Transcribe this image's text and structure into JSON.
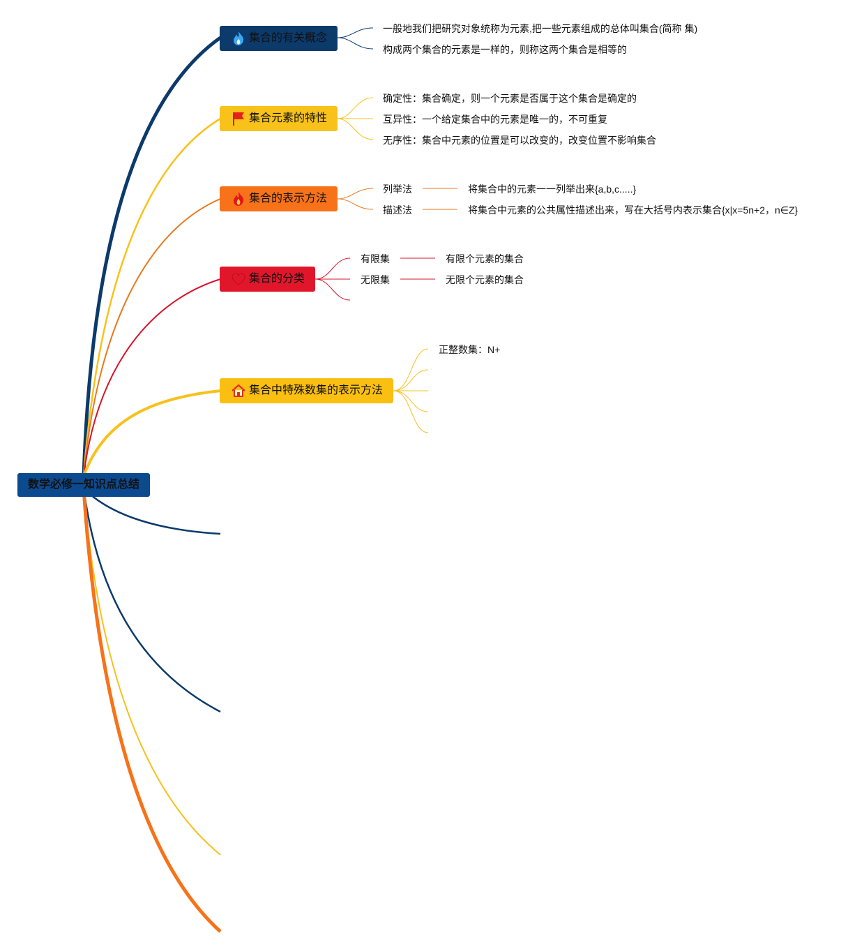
{
  "root": {
    "label": "数学必修一知识点总结"
  },
  "topics": [
    {
      "label": "集合的有关概念",
      "icon": "flame-blue-icon",
      "color": "#0b3a6b",
      "items": [
        "一般地我们把研究对象统称为元素,把一些元素组成的总体叫集合(简称 集)",
        "构成两个集合的元素是一样的，则称这两个集合是相等的"
      ]
    },
    {
      "label": "集合元素的特性",
      "icon": "flag-red-icon",
      "color": "#f8c21a",
      "items": [
        "确定性：集合确定，则一个元素是否属于这个集合是确定的",
        "互异性：一个给定集合中的元素是唯一的，不可重复",
        "无序性：集合中元素的位置是可以改变的，改变位置不影响集合"
      ]
    },
    {
      "label": "集合的表示方法",
      "icon": "fire-red-icon",
      "color": "#f77219",
      "items": [
        {
          "term": "列举法",
          "detail": "将集合中的元素一一列举出来{a,b,c.....}"
        },
        {
          "term": "描述法",
          "detail": "将集合中元素的公共属性描述出来，写在大括号内表示集合{x|x=5n+2，n∈Z}"
        }
      ]
    },
    {
      "label": "集合的分类",
      "icon": "heart-red-icon",
      "color": "#e2162b",
      "items": [
        {
          "term": "有限集",
          "detail": "有限个元素的集合"
        },
        {
          "term": "无限集",
          "detail": "无限个元素的集合"
        }
      ]
    },
    {
      "label": "集合中特殊数集的表示方法",
      "icon": "house-icon",
      "color": "#fbbf12",
      "items": [
        "正整数集：N+"
      ]
    }
  ]
}
